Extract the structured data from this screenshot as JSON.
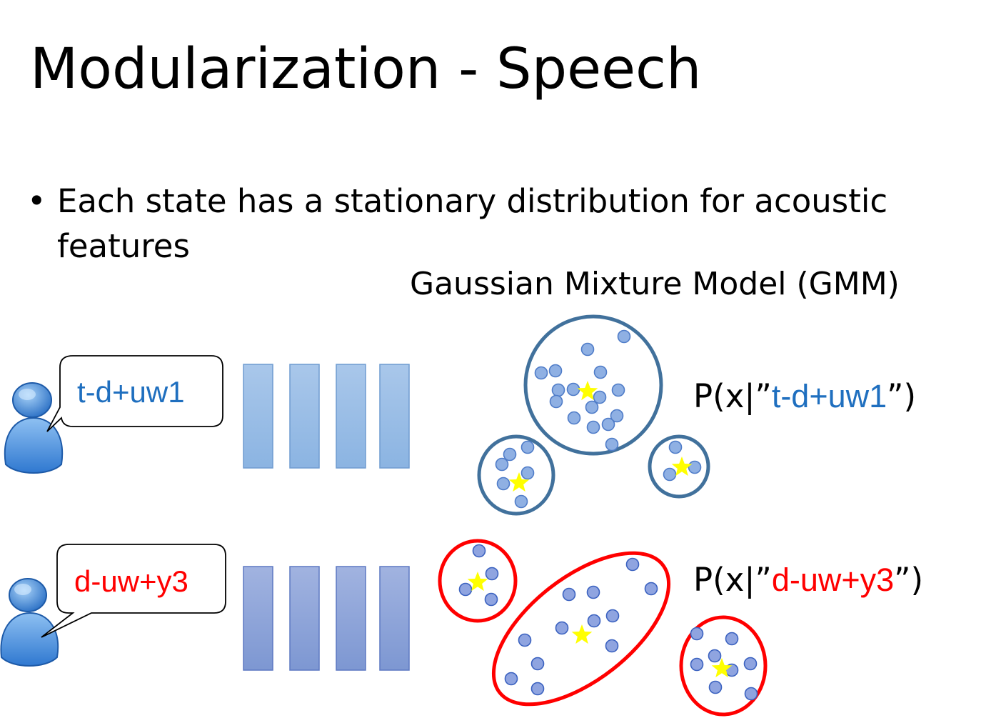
{
  "slide": {
    "title": "Modularization - Speech",
    "bullet_symbol": "•",
    "bullet_text": "Each state has a stationary distribution for acoustic features",
    "gmm_title": "Gaussian Mixture Model (GMM)"
  },
  "states": [
    {
      "label": "t-d+uw1",
      "label_color": "#1f6fbf",
      "prob_prefix": "P(x|”",
      "prob_suffix": "”)",
      "ellipse_color": "#41719c",
      "feature_color": "#a9c4e6"
    },
    {
      "label": "d-uw+y3",
      "label_color": "#ff0000",
      "prob_prefix": "P(x|”",
      "prob_suffix": "”)",
      "ellipse_color": "#ff0000",
      "feature_color": "#8fa4d8"
    }
  ],
  "icons": {
    "speaker": "person-icon",
    "mean": "star-icon",
    "sample": "dot-icon"
  }
}
